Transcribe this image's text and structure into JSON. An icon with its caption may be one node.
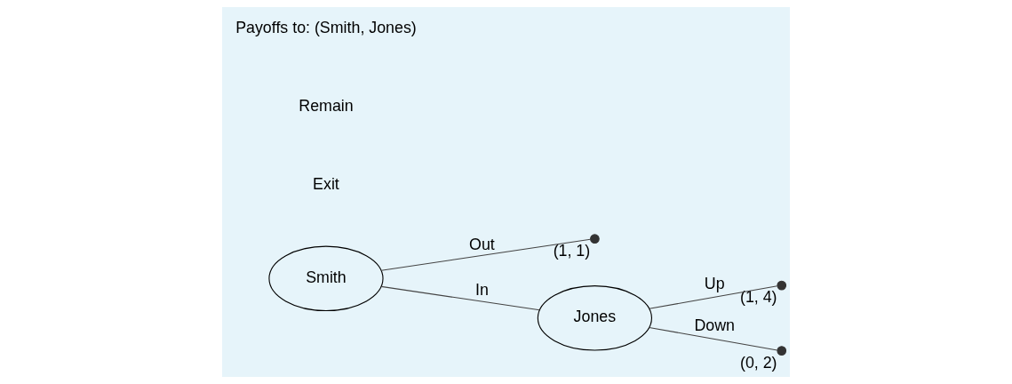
{
  "diagram": {
    "nodes": [
      {
        "text": [
          "Smith"
        ]
      },
      {
        "text": [],
        "shape": "circle",
        "beside": [
          "(1, 1)"
        ]
      },
      {
        "text": [
          "Jones"
        ]
      },
      {
        "text": [],
        "shape": "circle",
        "beside": [
          "(1, 4)"
        ]
      },
      {
        "text": [],
        "shape": "circle",
        "beside": [
          "(0, 2)"
        ]
      }
    ],
    "edges": [
      {
        "from": 0,
        "to": 1,
        "arrow": "none",
        "label": "Out"
      },
      {
        "from": 0,
        "to": 2,
        "arrow": "none",
        "label": "In"
      },
      {
        "from": 2,
        "to": 3,
        "arrow": "none",
        "label": "Up"
      },
      {
        "from": 2,
        "to": 4,
        "arrow": "none",
        "label": "Down"
      }
    ],
    "labels": [
      "Exit",
      "Remain",
      "Payoffs to: (Smith, Jones)"
    ]
  }
}
